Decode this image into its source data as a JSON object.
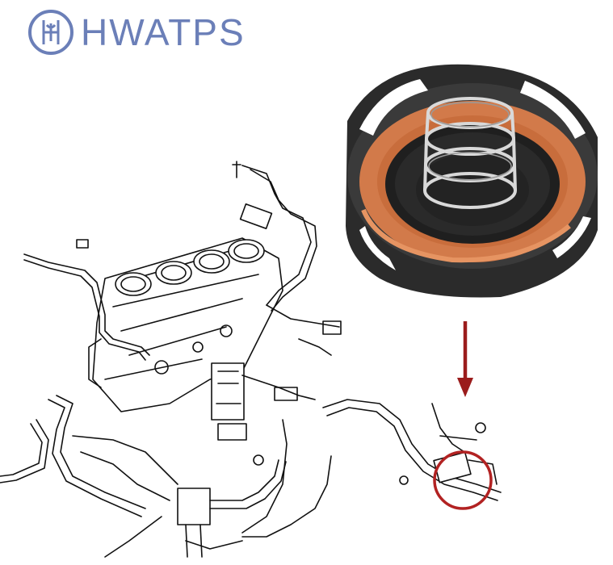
{
  "brand": {
    "name": "HWATPS",
    "logo": "hwatps-circle-logo",
    "color": "#6b7fb8"
  },
  "product": {
    "name": "valve-cover-cap-with-spring",
    "seal_color": "#d27a4a",
    "body_color": "#2b2b2b"
  },
  "diagram": {
    "subject": "engine-crankcase-ventilation-hoses",
    "line_color": "#111111"
  },
  "callout": {
    "arrow_color": "#9b1c1c",
    "circle_color": "#b22222",
    "icon": "down-arrow"
  }
}
